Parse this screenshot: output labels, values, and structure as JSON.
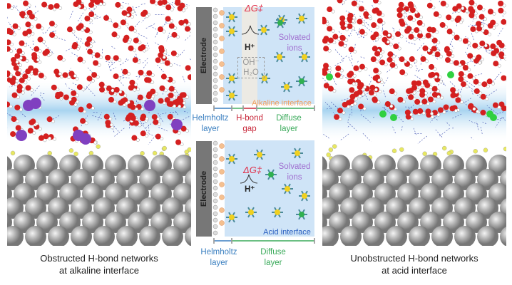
{
  "left_panel": {
    "caption_line1": "Obstructed H-bond networks",
    "caption_line2": "at alkaline interface"
  },
  "right_panel": {
    "caption_line1": "Unobstructed H-bond networks",
    "caption_line2": "at acid interface"
  },
  "alkaline_schematic": {
    "electrode": "Electrode",
    "energy_barrier": "ΔG‡",
    "proton": "H⁺",
    "species_1": "OH⁻",
    "species_2": "H₂O",
    "solvated_ions": "Solvated ions",
    "interface": "Alkaline interface",
    "helmholtz_line1": "Helmholtz",
    "helmholtz_line2": "layer",
    "gap_line1": "H-bond",
    "gap_line2": "gap",
    "diffuse_line1": "Diffuse",
    "diffuse_line2": "layer"
  },
  "acid_schematic": {
    "electrode": "Electrode",
    "energy_barrier": "ΔG‡",
    "proton": "H⁺",
    "solvated_ions": "Solvated ions",
    "interface": "Acid interface",
    "helmholtz_line1": "Helmholtz",
    "helmholtz_line2": "layer",
    "diffuse_line1": "Diffuse",
    "diffuse_line2": "layer"
  },
  "colors": {
    "helmholtz": "#3a7fc0",
    "gap": "#c8283a",
    "diffuse": "#3aaa5a",
    "alkaline": "#f0a060",
    "acid": "#2a5fc0",
    "ions": "#a070d0",
    "barrier": "#e0304a"
  }
}
